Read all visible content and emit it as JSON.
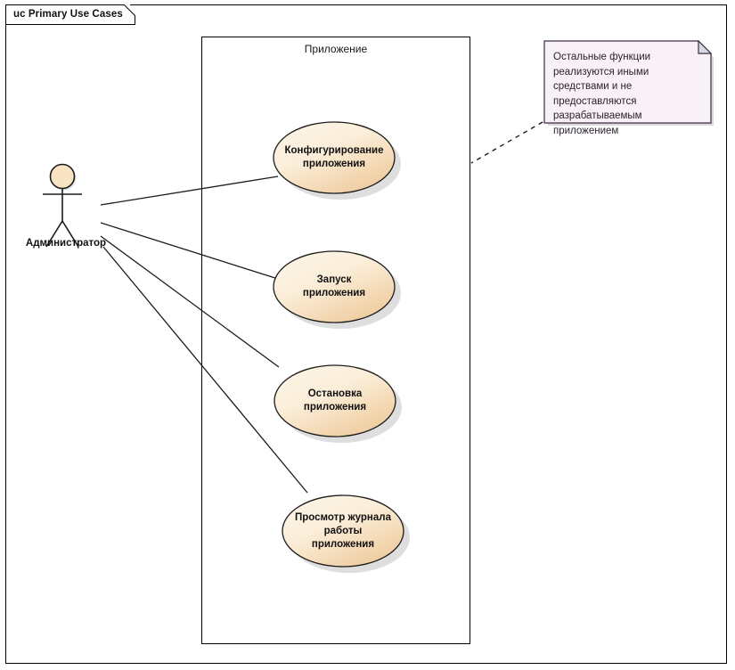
{
  "diagram": {
    "type": "uml-use-case-diagram",
    "frame_label": "uc Primary Use Cases",
    "system": {
      "name": "Приложение"
    },
    "actors": [
      {
        "id": "admin",
        "name": "Администратор"
      }
    ],
    "use_cases": [
      {
        "id": "uc-configure",
        "name": "Конфигурирование\nприложения"
      },
      {
        "id": "uc-start",
        "name": "Запуск приложения"
      },
      {
        "id": "uc-stop",
        "name": "Остановка\nприложения"
      },
      {
        "id": "uc-log",
        "name": "Просмотр журнала\nработы приложения"
      }
    ],
    "note": {
      "text": "Остальные функции реализуются иными средствами и не предоставляются разрабатываемым приложением"
    },
    "associations": [
      {
        "from": "admin",
        "to": "uc-configure"
      },
      {
        "from": "admin",
        "to": "uc-start"
      },
      {
        "from": "admin",
        "to": "uc-stop"
      },
      {
        "from": "admin",
        "to": "uc-log"
      }
    ],
    "anchors": [
      {
        "from": "note",
        "to": "system",
        "style": "dashed"
      }
    ],
    "colors": {
      "usecase_fill_light": "#fdf4e6",
      "usecase_fill_dark": "#f0cda0",
      "usecase_border": "#1c1c1c",
      "note_fill": "#f8f1f6",
      "note_border": "#3a3040",
      "note_fold_fill": "#d8d8e2",
      "actor_head_fill": "#f8e3c2",
      "actor_stroke": "#1c1c1c",
      "line": "#1c1c1c",
      "frame_border": "#000000",
      "background": "#ffffff"
    }
  }
}
